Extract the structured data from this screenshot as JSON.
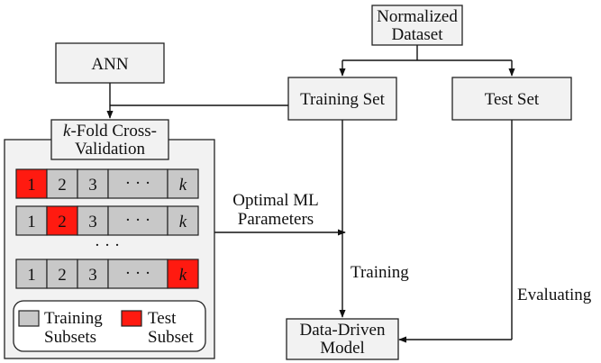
{
  "nodes": {
    "normalized_dataset": {
      "line1": "Normalized",
      "line2": "Dataset"
    },
    "ann": {
      "label": "ANN"
    },
    "training_set": {
      "label": "Training Set"
    },
    "test_set": {
      "label": "Test Set"
    },
    "kfold": {
      "line1_italic": "k",
      "line1_rest": "-Fold Cross-",
      "line2": "Validation"
    },
    "model": {
      "line1": "Data-Driven",
      "line2": "Model"
    }
  },
  "folds": {
    "rows": [
      {
        "cells": [
          "1",
          "2",
          "3",
          "· · ·",
          "k"
        ],
        "test_index": 0
      },
      {
        "cells": [
          "1",
          "2",
          "3",
          "· · ·",
          "k"
        ],
        "test_index": 1
      },
      {
        "cells": [
          "1",
          "2",
          "3",
          "· · ·",
          "k"
        ],
        "test_index": 4
      }
    ],
    "between_rows": "· · ·"
  },
  "legend": {
    "training_line1": "Training",
    "training_line2": "Subsets",
    "test_line1": "Test",
    "test_line2": "Subset"
  },
  "edge_labels": {
    "optimal_line1": "Optimal ML",
    "optimal_line2": "Parameters",
    "training": "Training",
    "evaluating": "Evaluating"
  },
  "colors": {
    "box_fill": "#f2f2f2",
    "training_subset": "#c8c8c8",
    "test_subset": "#ff1a10"
  }
}
